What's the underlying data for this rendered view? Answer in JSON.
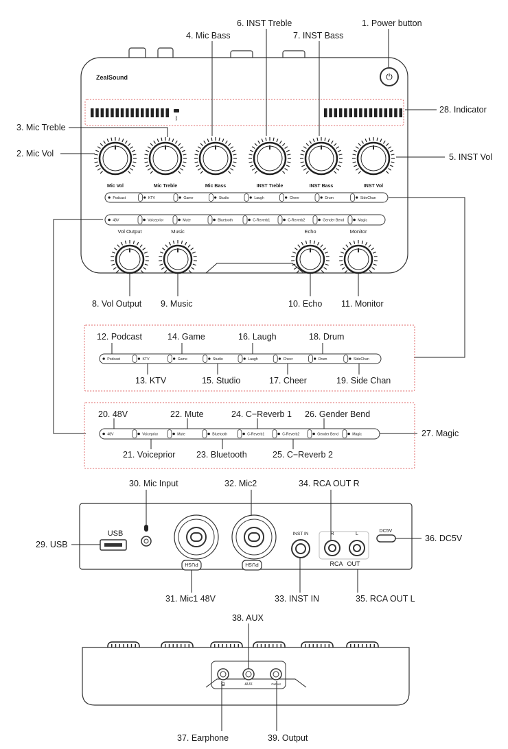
{
  "callouts": {
    "c1": "1. Power button",
    "c2": "2. Mic Vol",
    "c3": "3. Mic Treble",
    "c4": "4. Mic Bass",
    "c5": "5. INST Vol",
    "c6": "6. INST Treble",
    "c7": "7. INST Bass",
    "c8": "8. Vol Output",
    "c9": "9. Music",
    "c10": "10. Echo",
    "c11": "11. Monitor",
    "c12": "12. Podcast",
    "c13": "13. KTV",
    "c14": "14. Game",
    "c15": "15. Studio",
    "c16": "16. Laugh",
    "c17": "17. Cheer",
    "c18": "18. Drum",
    "c19": "19. Side Chan",
    "c20": "20. 48V",
    "c21": "21. Voiceprior",
    "c22": "22. Mute",
    "c23": "23. Bluetooth",
    "c24": "24. C−Reverb 1",
    "c25": "25. C−Reverb 2",
    "c26": "26. Gender Bend",
    "c27": "27. Magic",
    "c28": "28. Indicator",
    "c29": "29. USB",
    "c30": "30. Mic Input",
    "c31": "31. Mic1 48V",
    "c32": "32. Mic2",
    "c33": "33. INST IN",
    "c34": "34. RCA OUT R",
    "c35": "35. RCA OUT L",
    "c36": "36. DC5V",
    "c37": "37. Earphone",
    "c38": "38. AUX",
    "c39": "39. Output"
  },
  "device": {
    "brand": "ZealSound",
    "knob_labels": [
      "Mic Vol",
      "Mic Treble",
      "Mic Bass",
      "INST Treble",
      "INST Bass",
      "INST Vol"
    ],
    "small_knob_labels": [
      "Vol Output",
      "Music",
      "Echo",
      "Monitor"
    ],
    "row1_buttons": [
      "Podcast",
      "KTV",
      "Game",
      "Studio",
      "Laugh",
      "Cheer",
      "Drum",
      "SideChan"
    ],
    "row2_buttons": [
      "48V",
      "Voiceprior",
      "Mute",
      "Bluetooth",
      "C-Reverb1",
      "C-Reverb2",
      "Gender Bend",
      "Magic"
    ]
  },
  "back_panel": {
    "usb": "USB",
    "inst_in": "INST IN",
    "r": "R",
    "l": "L",
    "rca": "RCA",
    "out": "OUT",
    "dc5v": "DC5V",
    "push": "PUSH"
  },
  "front_panel": {
    "aux": "AUX",
    "output": "Output"
  },
  "colors": {
    "accent_box": "#e06a6a",
    "line": "#222222"
  }
}
